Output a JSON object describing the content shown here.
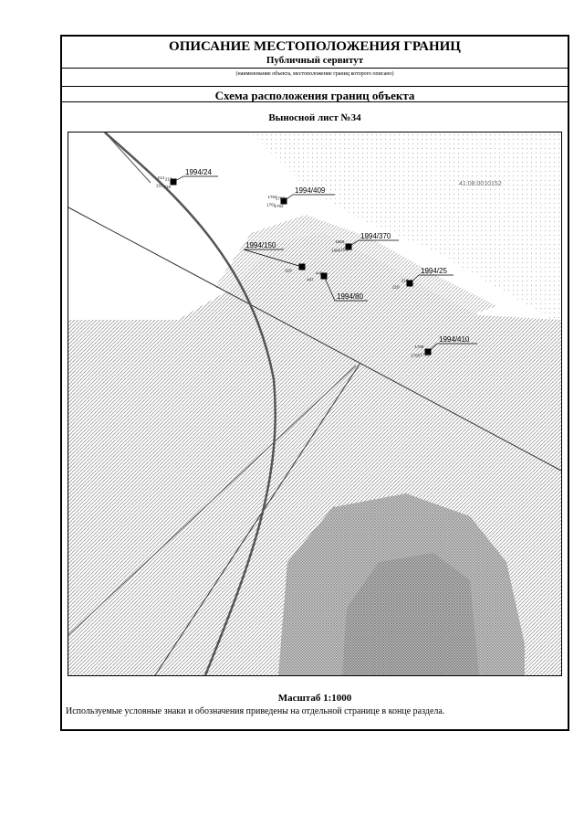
{
  "header": {
    "title": "ОПИСАНИЕ МЕСТОПОЛОЖЕНИЯ ГРАНИЦ",
    "subtitle": "Публичный сервитут",
    "caption": "(наименование объекта, местоположение границ которого описано)",
    "schema_title": "Схема расположения границ объекта"
  },
  "sheet": {
    "title": "Выносной лист №34"
  },
  "map": {
    "cadastral_block": "41:08:0010152",
    "parcels": [
      {
        "label": "1994/24",
        "points": [
          "215",
          "214",
          "217",
          "216"
        ]
      },
      {
        "label": "1994/409",
        "points": [
          "1761",
          "1764",
          "1763",
          "1762"
        ]
      },
      {
        "label": "1994/370",
        "points": [
          "1666",
          "1669",
          "1667"
        ]
      },
      {
        "label": "1994/150",
        "points": [
          "319"
        ]
      },
      {
        "label": "1994/80",
        "points": [
          "447",
          "448"
        ]
      },
      {
        "label": "1994/25",
        "points": [
          "219",
          "218"
        ]
      },
      {
        "label": "1994/410",
        "points": [
          "1765",
          "1768",
          "1766"
        ]
      }
    ]
  },
  "footer": {
    "scale": "Масштаб 1:1000",
    "note": "Используемые условные знаки и обозначения приведены на отдельной странице в конце раздела."
  }
}
